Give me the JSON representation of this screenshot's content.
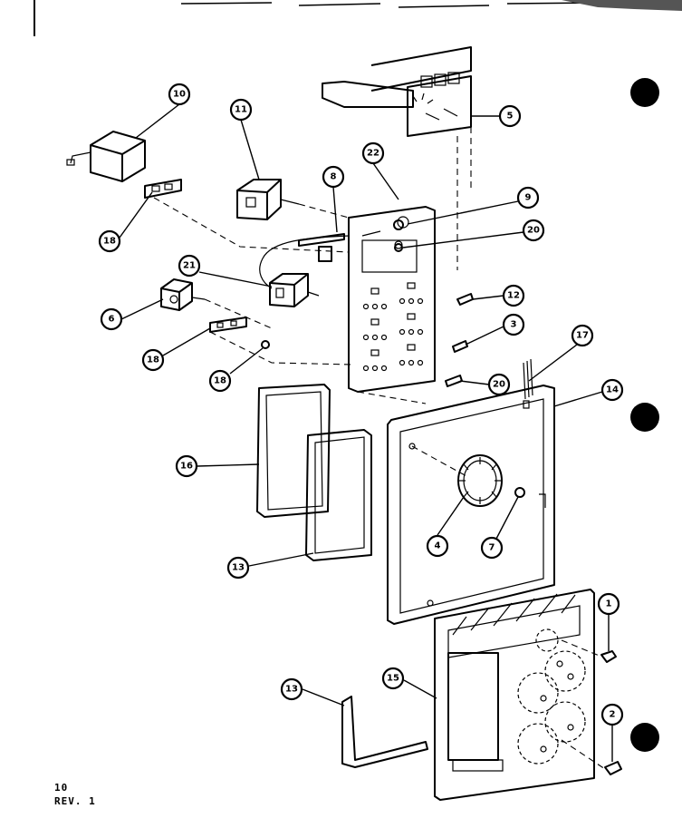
{
  "footer": {
    "page_number": "10",
    "revision": "REV. 1"
  },
  "callouts": [
    {
      "id": "c10a",
      "label": "10"
    },
    {
      "id": "c11",
      "label": "11"
    },
    {
      "id": "c5",
      "label": "5"
    },
    {
      "id": "c22",
      "label": "22"
    },
    {
      "id": "c8",
      "label": "8"
    },
    {
      "id": "c9",
      "label": "9"
    },
    {
      "id": "c20a",
      "label": "20"
    },
    {
      "id": "c18a",
      "label": "18"
    },
    {
      "id": "c21",
      "label": "21"
    },
    {
      "id": "c6",
      "label": "6"
    },
    {
      "id": "c12",
      "label": "12"
    },
    {
      "id": "c3",
      "label": "3"
    },
    {
      "id": "c18b",
      "label": "18"
    },
    {
      "id": "c18c",
      "label": "18"
    },
    {
      "id": "c20b",
      "label": "20"
    },
    {
      "id": "c17",
      "label": "17"
    },
    {
      "id": "c14",
      "label": "14"
    },
    {
      "id": "c16",
      "label": "16"
    },
    {
      "id": "c4",
      "label": "4"
    },
    {
      "id": "c7",
      "label": "7"
    },
    {
      "id": "c13a",
      "label": "13"
    },
    {
      "id": "c1",
      "label": "1"
    },
    {
      "id": "c15",
      "label": "15"
    },
    {
      "id": "c13b",
      "label": "13"
    },
    {
      "id": "c2",
      "label": "2"
    }
  ]
}
